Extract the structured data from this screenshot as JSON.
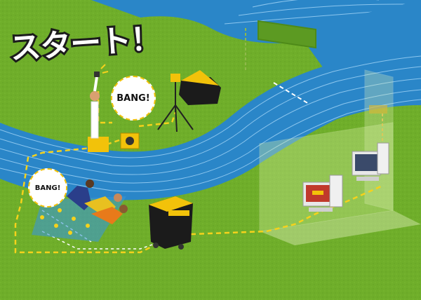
{
  "headline": "スタート！",
  "callouts": {
    "starter_gun_sound": "BANG!",
    "runner_reaction": "BANG!"
  },
  "colors": {
    "grass": "#6fae2a",
    "track": "#2a86c8",
    "signal_line": "#f5d21c",
    "equipment_yellow": "#f2c20a",
    "equipment_black": "#1b1b1b"
  },
  "icons": {
    "starter": "starter-figure-icon",
    "gun": "starter-pistol-icon",
    "speaker": "speaker-box-icon",
    "sensor": "tripod-sensor-icon",
    "runners": "sprinter-figures-icon",
    "control_box": "control-unit-icon",
    "computers": "desktop-computer-icon",
    "camera": "camera-icon"
  }
}
